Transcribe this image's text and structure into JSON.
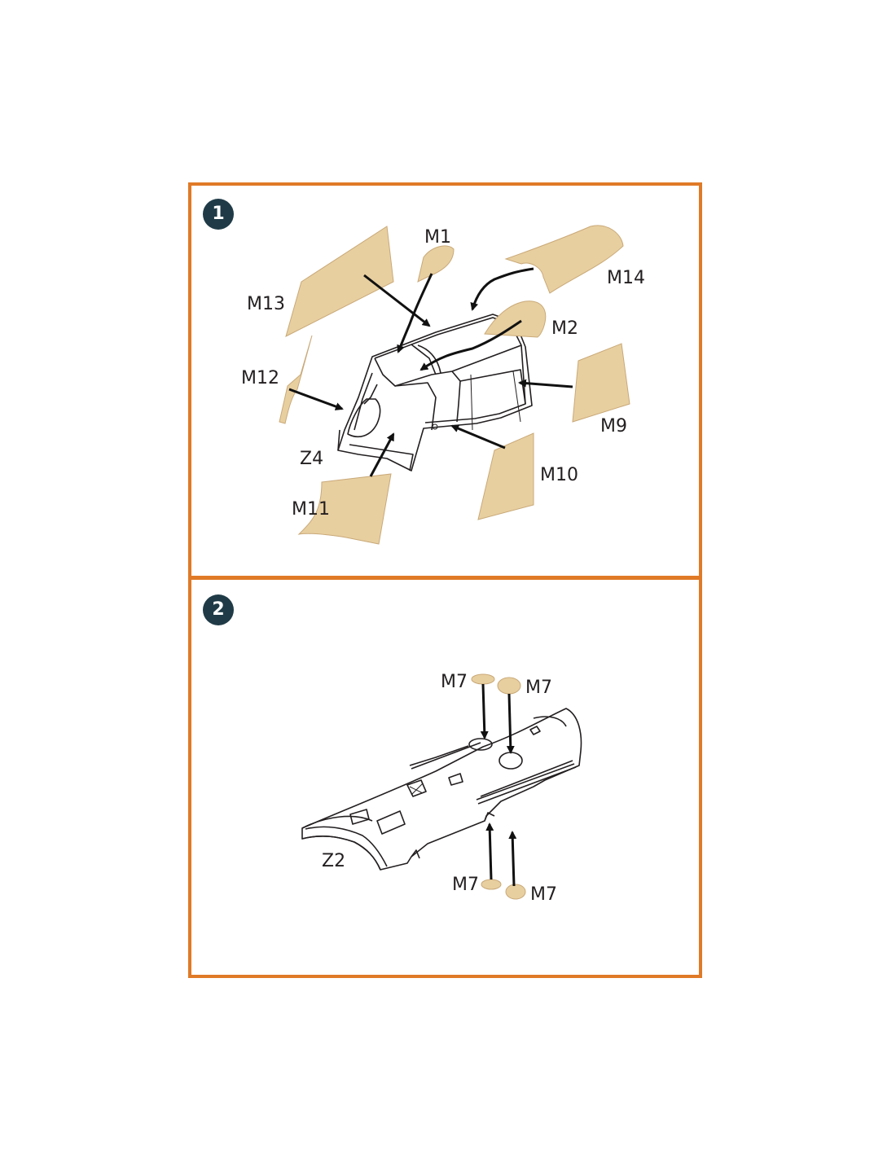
{
  "step1": {
    "number": "1",
    "labels": {
      "m1": "M1",
      "m2": "M2",
      "m9": "M9",
      "m10": "M10",
      "m11": "M11",
      "m12": "M12",
      "m13": "M13",
      "m14": "M14",
      "z4": "Z4"
    }
  },
  "step2": {
    "number": "2",
    "labels": {
      "m7_top_left": "M7",
      "m7_top_right": "M7",
      "m7_bottom_left": "M7",
      "m7_bottom_right": "M7",
      "z2": "Z2"
    }
  },
  "colors": {
    "frame": "#e07a27",
    "mask_fill": "#e8cfa0",
    "badge": "#203b47",
    "ink": "#231f20"
  }
}
